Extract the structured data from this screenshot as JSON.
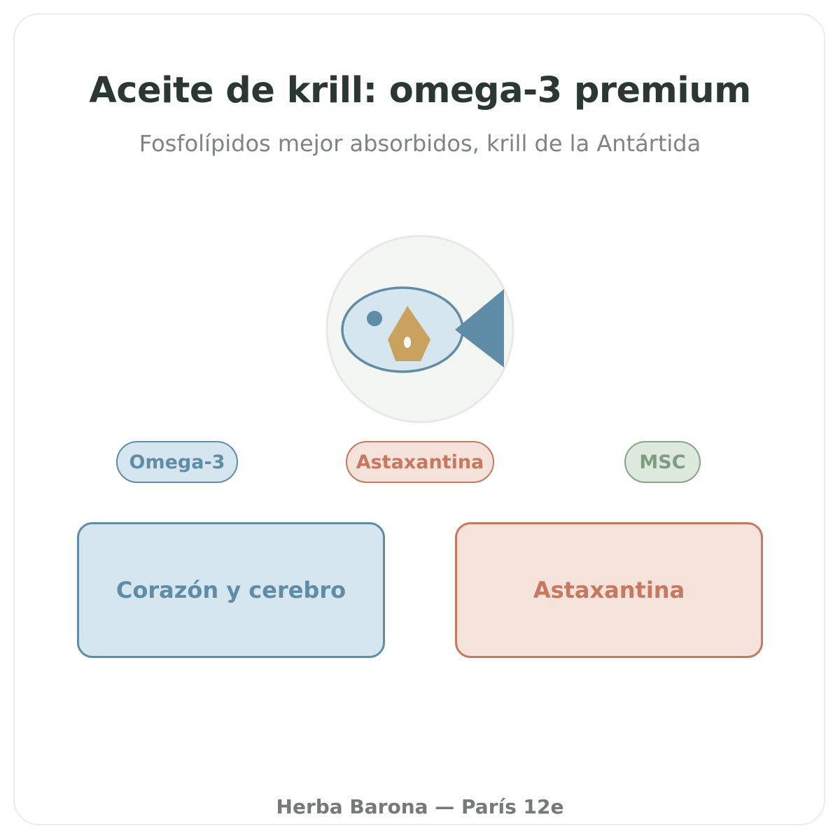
{
  "header": {
    "title": "Aceite de krill: omega-3 premium",
    "subtitle": "Fosfolípidos mejor absorbidos, krill de la Antártida"
  },
  "hero": {
    "icon": "fish-icon"
  },
  "tags": [
    {
      "label": "Omega-3",
      "color": "#5f8ca7"
    },
    {
      "label": "Astaxantina",
      "color": "#c8785e"
    },
    {
      "label": "MSC",
      "color": "#86a586"
    }
  ],
  "benefits": [
    {
      "label": "Corazón y cerebro",
      "color": "#5f8ca7"
    },
    {
      "label": "Astaxantina",
      "color": "#c8785e"
    }
  ],
  "footer": {
    "text": "Herba Barona — París 12e"
  }
}
